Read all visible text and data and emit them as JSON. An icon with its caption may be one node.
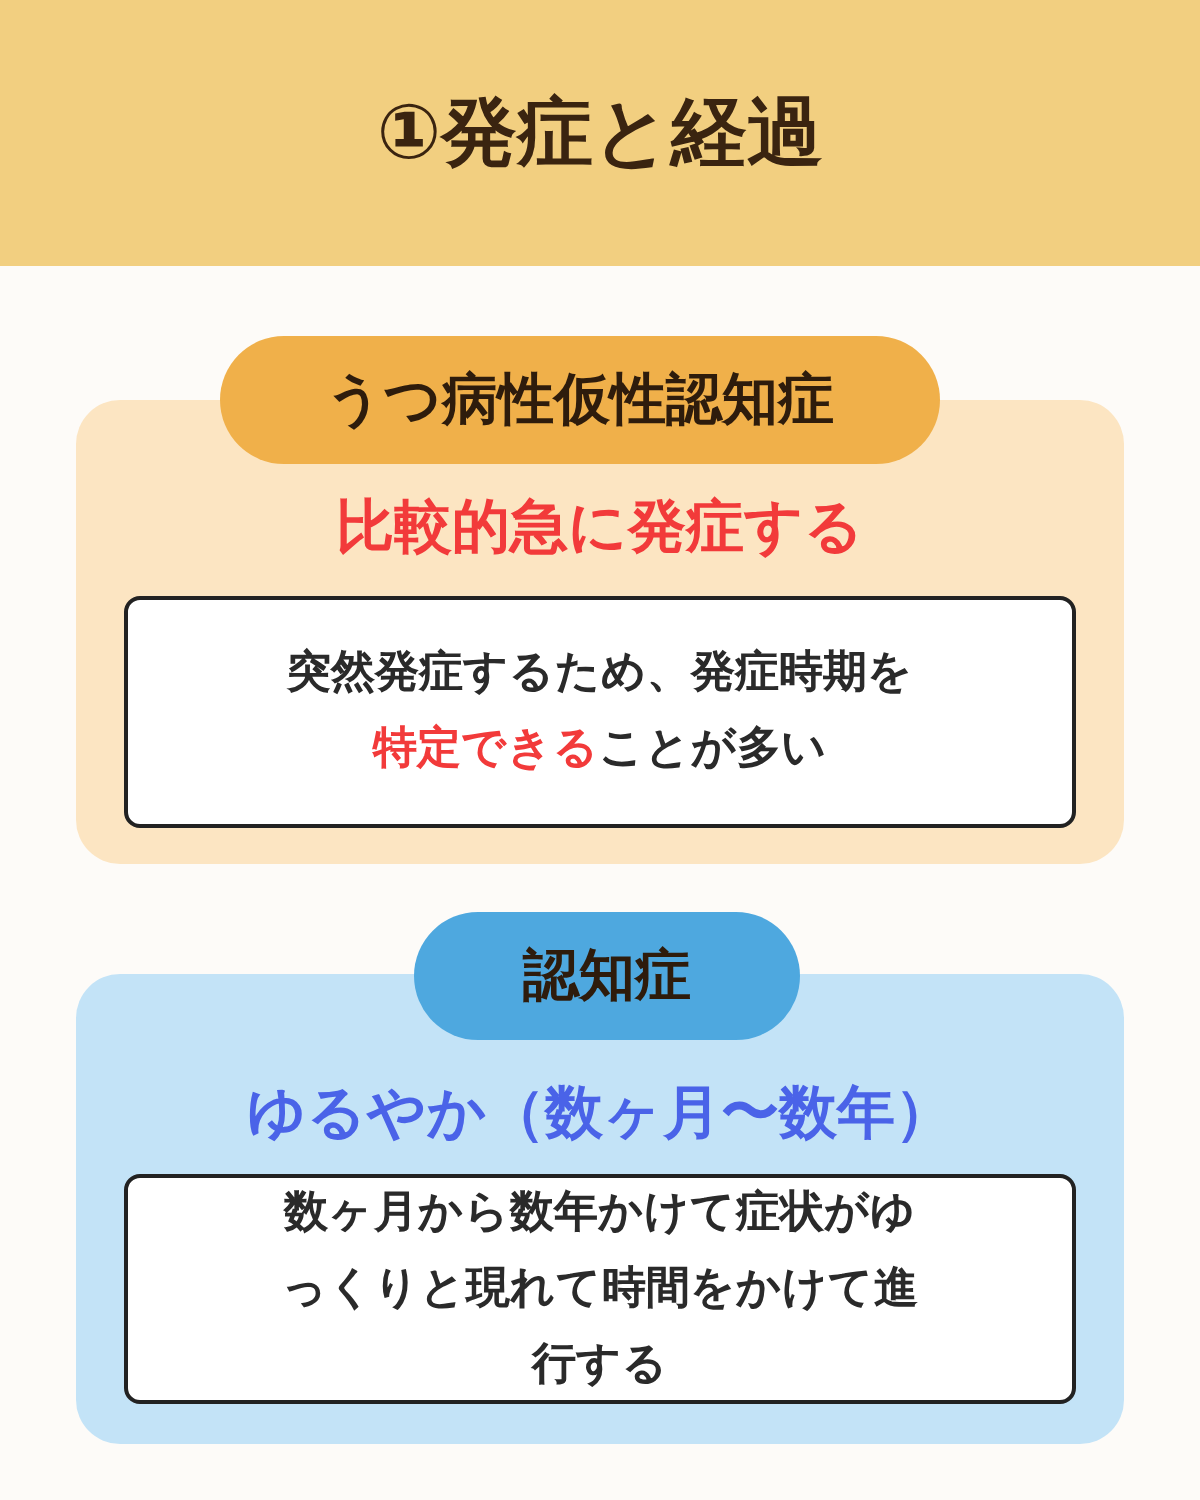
{
  "diagram": {
    "title": "①発症と経過",
    "nodes": [
      {
        "text": [
          "うつ病性仮性認知症"
        ]
      },
      {
        "text": [
          "比較的急に発症する"
        ]
      },
      {
        "text": [
          "突然発症するため、発症時期を**特定できる**ことが多い"
        ],
        "in": 1
      },
      {
        "text": [
          "認知症"
        ]
      },
      {
        "text": [
          "ゆるやか（数ヶ月〜数年）"
        ]
      },
      {
        "text": [
          "数ヶ月から数年かけて症状がゆっくりと現れて時間をかけて進行する"
        ],
        "in": 4
      }
    ]
  }
}
